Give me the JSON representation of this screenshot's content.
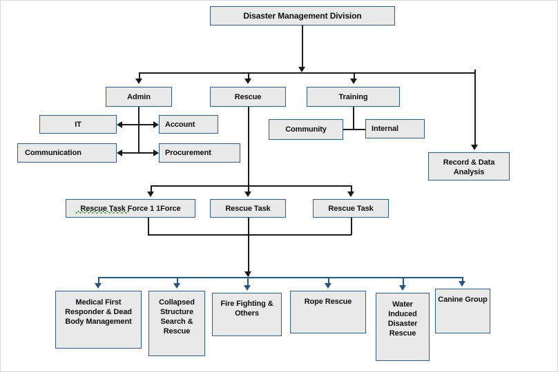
{
  "diagram": {
    "title": "Disaster Management Division",
    "type": "organizational-chart",
    "colors": {
      "box_fill": "#e9e9e9",
      "box_border": "#2e5c8a",
      "connector": "#1a1a1a",
      "connector_blue": "#24567f",
      "spellcheck_underline": "#2e8b2e",
      "text": "#0d0d0d",
      "background": "#ffffff"
    }
  },
  "nodes": {
    "root": "Disaster Management Division",
    "admin": "Admin",
    "rescue": "Rescue",
    "training": "Training",
    "it": "IT",
    "account": "Account",
    "communication": "Communication",
    "procurement": "Procurement",
    "community": "Community",
    "internal": "Internal",
    "record_data": "Record & Data\nAnalysis",
    "record_data_line1": "Record & Data",
    "record_data_line2": "Analysis",
    "rescue_task_force_1": "Rescue Task  Force 1 1Force",
    "rescue_task_2": "Rescue Task",
    "rescue_task_3": "Rescue Task",
    "medical_first_responder": "Medical First Responder & Dead Body Management",
    "collapsed_structure": "Collapsed Structure Search & Rescue",
    "fire_fighting": "Fire Fighting & Others",
    "rope_rescue": "Rope Rescue",
    "water_induced": "Water Induced Disaster Rescue",
    "canine_group": "Canine Group"
  }
}
